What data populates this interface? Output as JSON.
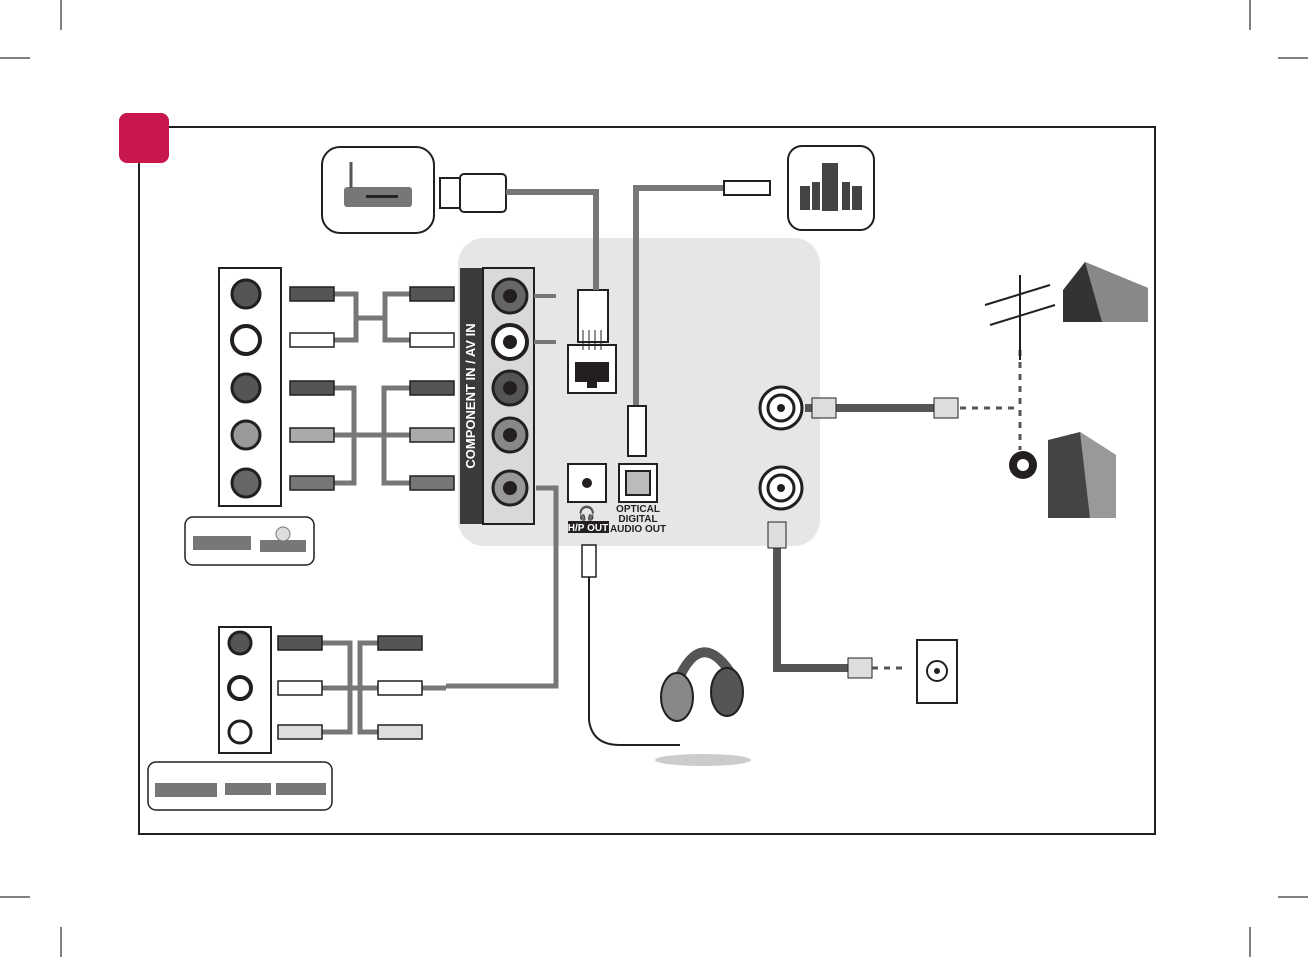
{
  "labels": {
    "component_in": "COMPONENT IN / AV IN",
    "hp_out": "H/P OUT",
    "optical_line1": "OPTICAL",
    "optical_line2": "DIGITAL",
    "optical_line3": "AUDIO OUT"
  },
  "colors": {
    "badge": "#c8174d",
    "panel": "#e6e6e6",
    "cable": "#777777",
    "dark": "#231f20"
  },
  "icons": {
    "router": "wifi-router-icon",
    "speakers": "home-theater-speakers-icon",
    "headphones": "headphones-icon",
    "antenna": "rooftop-antenna-icon",
    "wall_outlet": "antenna-wall-outlet-icon",
    "building": "apartment-building-icon",
    "dvd": "dvd-player-icon",
    "vcr": "vcr-icon"
  }
}
